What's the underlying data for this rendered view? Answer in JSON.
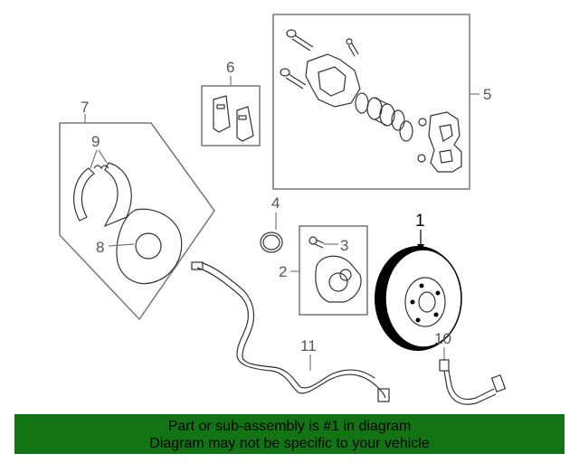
{
  "callouts": {
    "c1": "1",
    "c2": "2",
    "c3": "3",
    "c4": "4",
    "c5": "5",
    "c6": "6",
    "c7": "7",
    "c8": "8",
    "c9": "9",
    "c10": "10",
    "c11": "11"
  },
  "banner": {
    "line1": "Part or sub-assembly is #1 in diagram",
    "line2": "Diagram may not be specific to your vehicle",
    "color": "#127412"
  }
}
